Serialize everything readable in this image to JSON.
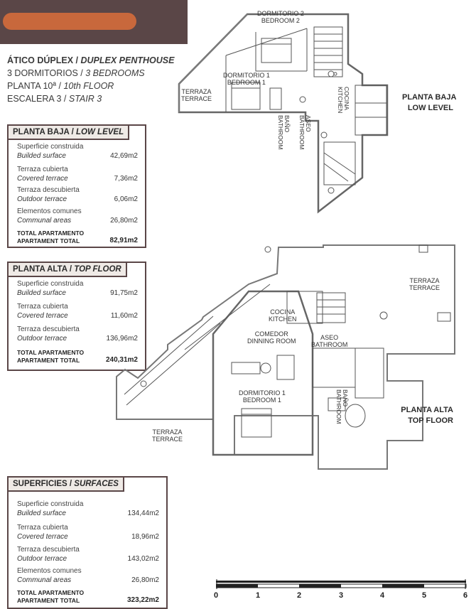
{
  "header": {
    "type_es": "ÁTICO DÚPLEX /",
    "type_en": "DUPLEX PENTHOUSE",
    "beds_es": "3 DORMITORIOS /",
    "beds_en": "3 BEDROOMS",
    "floor_es": "PLANTA 10ª /",
    "floor_en": "10th FLOOR",
    "stair_es": "ESCALERA 3 /",
    "stair_en": "STAIR 3"
  },
  "colors": {
    "brand": "#5a4647",
    "accent": "#c8683c"
  },
  "low": {
    "title_es": "PLANTA BAJA /",
    "title_en": "LOW LEVEL",
    "rows": [
      {
        "es": "Superficie construida",
        "en": "Builded surface",
        "value": "42,69m2"
      },
      {
        "es": "Terraza cubierta",
        "en": "Covered terrace",
        "value": "7,36m2"
      },
      {
        "es": "Terraza descubierta",
        "en": "Outdoor terrace",
        "value": "6,06m2"
      },
      {
        "es": "Elementos comunes",
        "en": "Communal areas",
        "value": "26,80m2"
      }
    ],
    "total_es": "TOTAL APARTAMENTO",
    "total_en": "APARTAMENT TOTAL",
    "total_value": "82,91m2"
  },
  "top": {
    "title_es": "PLANTA ALTA /",
    "title_en": "TOP FLOOR",
    "rows": [
      {
        "es": "Superficie construida",
        "en": "Builded surface",
        "value": "91,75m2"
      },
      {
        "es": "Terraza cubierta",
        "en": "Covered terrace",
        "value": "11,60m2"
      },
      {
        "es": "Terraza descubierta",
        "en": "Outdoor terrace",
        "value": "136,96m2"
      }
    ],
    "total_es": "TOTAL APARTAMENTO",
    "total_en": "APARTAMENT TOTAL",
    "total_value": "240,31m2"
  },
  "surfaces": {
    "title_es": "SUPERFICIES /",
    "title_en": "SURFACES",
    "rows": [
      {
        "es": "Superficie construida",
        "en": "Builded surface",
        "value": "134,44m2"
      },
      {
        "es": "Terraza cubierta",
        "en": "Covered terrace",
        "value": "18,96m2"
      },
      {
        "es": "Terraza descubierta",
        "en": "Outdoor terrace",
        "value": "143,02m2"
      },
      {
        "es": "Elementos comunes",
        "en": "Communal areas",
        "value": "26,80m2"
      }
    ],
    "total_es": "TOTAL APARTAMENTO",
    "total_en": "APARTAMENT TOTAL",
    "total_value": "323,22m2"
  },
  "plan_low": {
    "level_es": "PLANTA BAJA",
    "level_en": "LOW LEVEL",
    "dorm2_es": "DORMITORIO 2",
    "dorm2_en": "BEDROOM 2",
    "dorm1_es": "DORMITORIO 1",
    "dorm1_en": "BEDROOM 1",
    "terrace_es": "TERRAZA",
    "terrace_en": "TERRACE",
    "bano_es": "BAÑO",
    "bano_en": "BATHROOM",
    "aseo_es": "ASEO",
    "aseo_en": "BATHROOM",
    "cocina_es": "COCINA",
    "cocina_en": "KITCHEN"
  },
  "plan_top": {
    "level_es": "PLANTA ALTA",
    "level_en": "TOP FLOOR",
    "terrace1_es": "TERRAZA",
    "terrace1_en": "TERRACE",
    "terrace2_es": "TERRAZA",
    "terrace2_en": "TERRACE",
    "cocina_es": "COCINA",
    "cocina_en": "KITCHEN",
    "comedor_es": "COMEDOR",
    "comedor_en": "DINNING ROOM",
    "aseo_es": "ASEO",
    "aseo_en": "BATHROOM",
    "dorm1_es": "DORMITORIO 1",
    "dorm1_en": "BEDROOM 1",
    "bano_es": "BAÑO",
    "bano_en": "BATHROOM"
  },
  "scale_ticks": [
    "0",
    "1",
    "2",
    "3",
    "4",
    "5",
    "6"
  ]
}
